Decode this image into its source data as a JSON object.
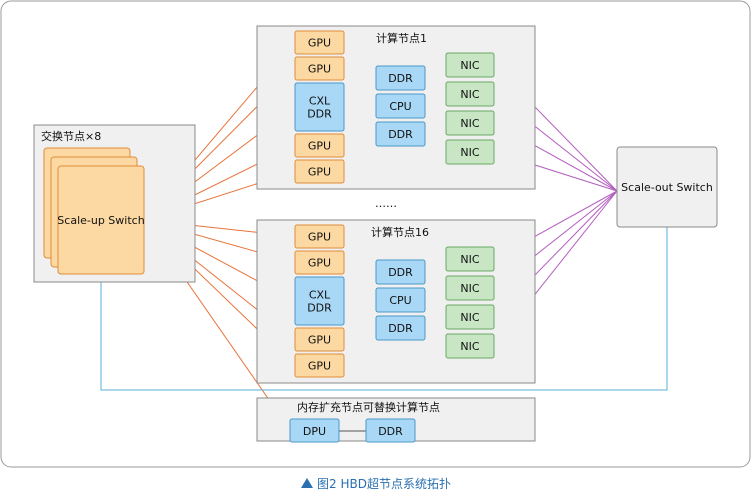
{
  "switch_group": {
    "title": "交换节点×8",
    "switch_label": "Scale-up Switch"
  },
  "node1": {
    "title": "计算节点1",
    "gpus": [
      "GPU",
      "GPU",
      "CXL\nDDR",
      "GPU",
      "GPU"
    ],
    "cpu_stack": [
      "DDR",
      "CPU",
      "DDR"
    ],
    "nics": [
      "NIC",
      "NIC",
      "NIC",
      "NIC"
    ]
  },
  "ellipsis": "……",
  "node16": {
    "title": "计算节点16",
    "gpus": [
      "GPU",
      "GPU",
      "CXL\nDDR",
      "GPU",
      "GPU"
    ],
    "cpu_stack": [
      "DDR",
      "CPU",
      "DDR"
    ],
    "nics": [
      "NIC",
      "NIC",
      "NIC",
      "NIC"
    ]
  },
  "scaleout": {
    "label": "Scale-out Switch"
  },
  "memory_node": {
    "title": "内存扩充节点可替换计算节点",
    "dpu": "DPU",
    "ddr": "DDR"
  },
  "caption": {
    "icon": "triangle-up-icon",
    "text": "图2  HBD超节点系统拓扑"
  },
  "colors": {
    "orange_fill": "#fcd9a3",
    "orange_stroke": "#e08c3a",
    "blue_fill": "#a8d8f5",
    "blue_stroke": "#4a97c9",
    "green_fill": "#c8e6c4",
    "green_stroke": "#6aa863",
    "orange_line": "#e8733a",
    "purple_line": "#b45dc0",
    "blue_line": "#5aaed8",
    "panel_fill": "#f0f0f0",
    "panel_stroke": "#8a8a8a"
  }
}
